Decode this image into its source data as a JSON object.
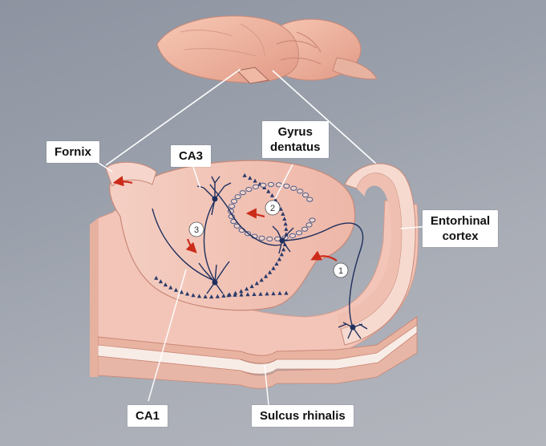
{
  "diagram": {
    "title": "",
    "labels": {
      "fornix": "Fornix",
      "ca3": "CA3",
      "gyrus_dentatus": "Gyrus\ndentatus",
      "entorhinal_cortex": "Entorhinal\ncortex",
      "ca1": "CA1",
      "sulcus_rhinalis": "Sulcus rhinalis"
    },
    "pathway_steps": [
      "1",
      "2",
      "3"
    ]
  },
  "colors": {
    "tissue_pink": "#f2c1b3",
    "tissue_light": "#f6dcd2",
    "neuron_blue": "#1f2f5e",
    "arrow_red": "#cc2b1a",
    "label_bg": "#ffffff"
  },
  "icons": {
    "brain": "rat-brain-illustration",
    "neurons": "neuron-cell-icon"
  }
}
